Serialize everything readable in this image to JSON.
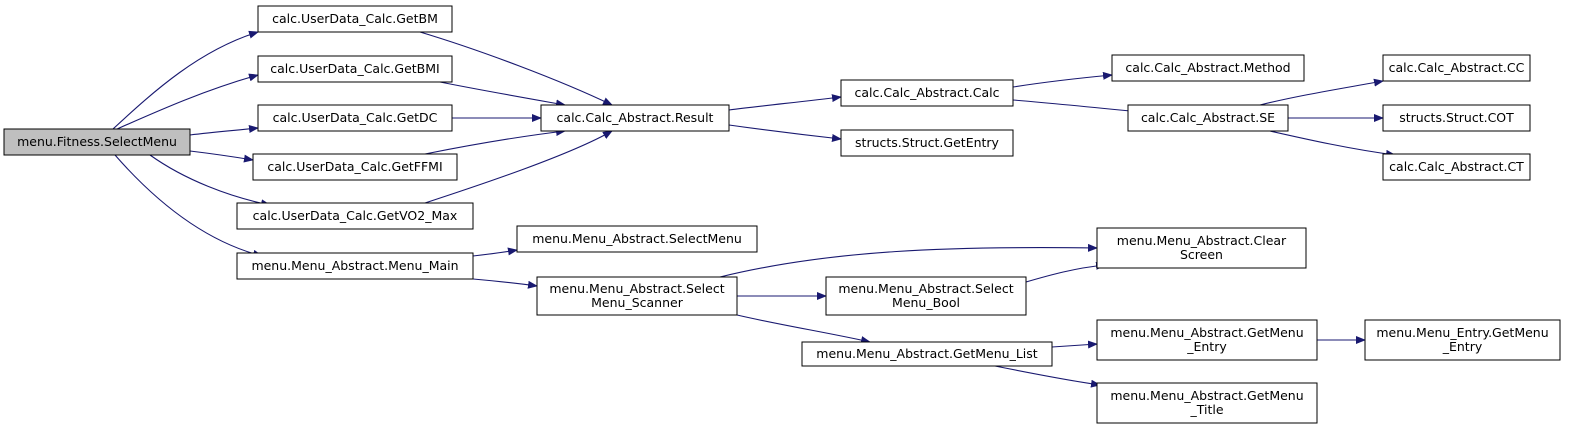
{
  "colors": {
    "edge": "#191970",
    "root_fill": "#bfbfbf",
    "node_fill": "#ffffff",
    "border": "#000000"
  },
  "nodes": [
    {
      "id": "n0",
      "lines": [
        "menu.Fitness.SelectMenu"
      ],
      "root": true
    },
    {
      "id": "n1",
      "lines": [
        "calc.UserData_Calc.GetBM"
      ]
    },
    {
      "id": "n2",
      "lines": [
        "calc.UserData_Calc.GetBMI"
      ]
    },
    {
      "id": "n3",
      "lines": [
        "calc.UserData_Calc.GetDC"
      ]
    },
    {
      "id": "n4",
      "lines": [
        "calc.UserData_Calc.GetFFMI"
      ]
    },
    {
      "id": "n5",
      "lines": [
        "calc.UserData_Calc.GetVO2_Max"
      ]
    },
    {
      "id": "n6",
      "lines": [
        "menu.Menu_Abstract.Menu_Main"
      ]
    },
    {
      "id": "n7",
      "lines": [
        "calc.Calc_Abstract.Result"
      ]
    },
    {
      "id": "n8",
      "lines": [
        "calc.Calc_Abstract.Calc"
      ]
    },
    {
      "id": "n9",
      "lines": [
        "structs.Struct.GetEntry"
      ]
    },
    {
      "id": "n10",
      "lines": [
        "calc.Calc_Abstract.Method"
      ]
    },
    {
      "id": "n11",
      "lines": [
        "calc.Calc_Abstract.SE"
      ]
    },
    {
      "id": "n12",
      "lines": [
        "calc.Calc_Abstract.CC"
      ]
    },
    {
      "id": "n13",
      "lines": [
        "structs.Struct.COT"
      ]
    },
    {
      "id": "n14",
      "lines": [
        "calc.Calc_Abstract.CT"
      ]
    },
    {
      "id": "n15",
      "lines": [
        "menu.Menu_Abstract.SelectMenu"
      ]
    },
    {
      "id": "n16",
      "lines": [
        "menu.Menu_Abstract.Select",
        "Menu_Scanner"
      ]
    },
    {
      "id": "n17",
      "lines": [
        "menu.Menu_Abstract.Clear",
        "Screen"
      ]
    },
    {
      "id": "n18",
      "lines": [
        "menu.Menu_Abstract.Select",
        "Menu_Bool"
      ]
    },
    {
      "id": "n19",
      "lines": [
        "menu.Menu_Abstract.GetMenu_List"
      ]
    },
    {
      "id": "n20",
      "lines": [
        "menu.Menu_Abstract.GetMenu",
        "_Entry"
      ]
    },
    {
      "id": "n21",
      "lines": [
        "menu.Menu_Abstract.GetMenu",
        "_Title"
      ]
    },
    {
      "id": "n22",
      "lines": [
        "menu.Menu_Entry.GetMenu",
        "_Entry"
      ]
    }
  ],
  "edges": [
    {
      "from": "n0",
      "to": "n1"
    },
    {
      "from": "n0",
      "to": "n2"
    },
    {
      "from": "n0",
      "to": "n3"
    },
    {
      "from": "n0",
      "to": "n4"
    },
    {
      "from": "n0",
      "to": "n5"
    },
    {
      "from": "n0",
      "to": "n6"
    },
    {
      "from": "n1",
      "to": "n7"
    },
    {
      "from": "n2",
      "to": "n7"
    },
    {
      "from": "n3",
      "to": "n7"
    },
    {
      "from": "n4",
      "to": "n7"
    },
    {
      "from": "n5",
      "to": "n7"
    },
    {
      "from": "n7",
      "to": "n8"
    },
    {
      "from": "n7",
      "to": "n9"
    },
    {
      "from": "n8",
      "to": "n10"
    },
    {
      "from": "n8",
      "to": "n11"
    },
    {
      "from": "n11",
      "to": "n12"
    },
    {
      "from": "n11",
      "to": "n13"
    },
    {
      "from": "n11",
      "to": "n14"
    },
    {
      "from": "n6",
      "to": "n15"
    },
    {
      "from": "n6",
      "to": "n16"
    },
    {
      "from": "n16",
      "to": "n17"
    },
    {
      "from": "n16",
      "to": "n18"
    },
    {
      "from": "n16",
      "to": "n19"
    },
    {
      "from": "n18",
      "to": "n17"
    },
    {
      "from": "n19",
      "to": "n20"
    },
    {
      "from": "n19",
      "to": "n21"
    },
    {
      "from": "n20",
      "to": "n22"
    }
  ]
}
